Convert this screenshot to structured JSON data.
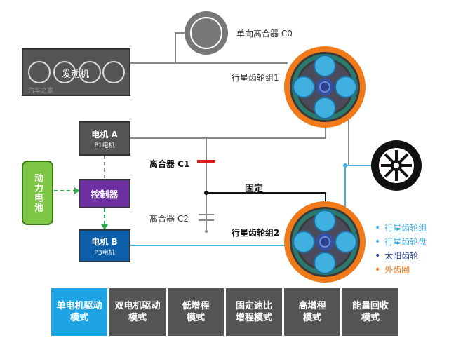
{
  "engine": {
    "label": "发动机",
    "watermark": "汽车之家"
  },
  "clutch_c0": {
    "label": "单向离合器 C0"
  },
  "planetary1": {
    "label": "行星齿轮组1"
  },
  "planetary2": {
    "label": "行星齿轮组2"
  },
  "motor_a": {
    "title": "电机 A",
    "sub": "P1电机"
  },
  "motor_b": {
    "title": "电机 B",
    "sub": "P3电机"
  },
  "controller": {
    "label": "控制器"
  },
  "battery": {
    "label": "动力电池"
  },
  "clutch_c1": {
    "label": "离合器 C1"
  },
  "clutch_c2": {
    "label": "离合器 C2"
  },
  "fixed": {
    "label": "固定"
  },
  "legend": [
    {
      "label": "行星齿轮组",
      "color": "#3fb0df"
    },
    {
      "label": "行星齿轮盘",
      "color": "#3fb0df"
    },
    {
      "label": "太阳齿轮",
      "color": "#2a3f8f"
    },
    {
      "label": "外齿圈",
      "color": "#f07a1a"
    }
  ],
  "modes": [
    {
      "line1": "单电机驱动",
      "line2": "模式",
      "active": true
    },
    {
      "line1": "双电机驱动",
      "line2": "模式",
      "active": false
    },
    {
      "line1": "低增程",
      "line2": "模式",
      "active": false
    },
    {
      "line1": "固定速比",
      "line2": "增程模式",
      "active": false
    },
    {
      "line1": "高增程",
      "line2": "模式",
      "active": false
    },
    {
      "line1": "能量回收",
      "line2": "模式",
      "active": false
    }
  ]
}
